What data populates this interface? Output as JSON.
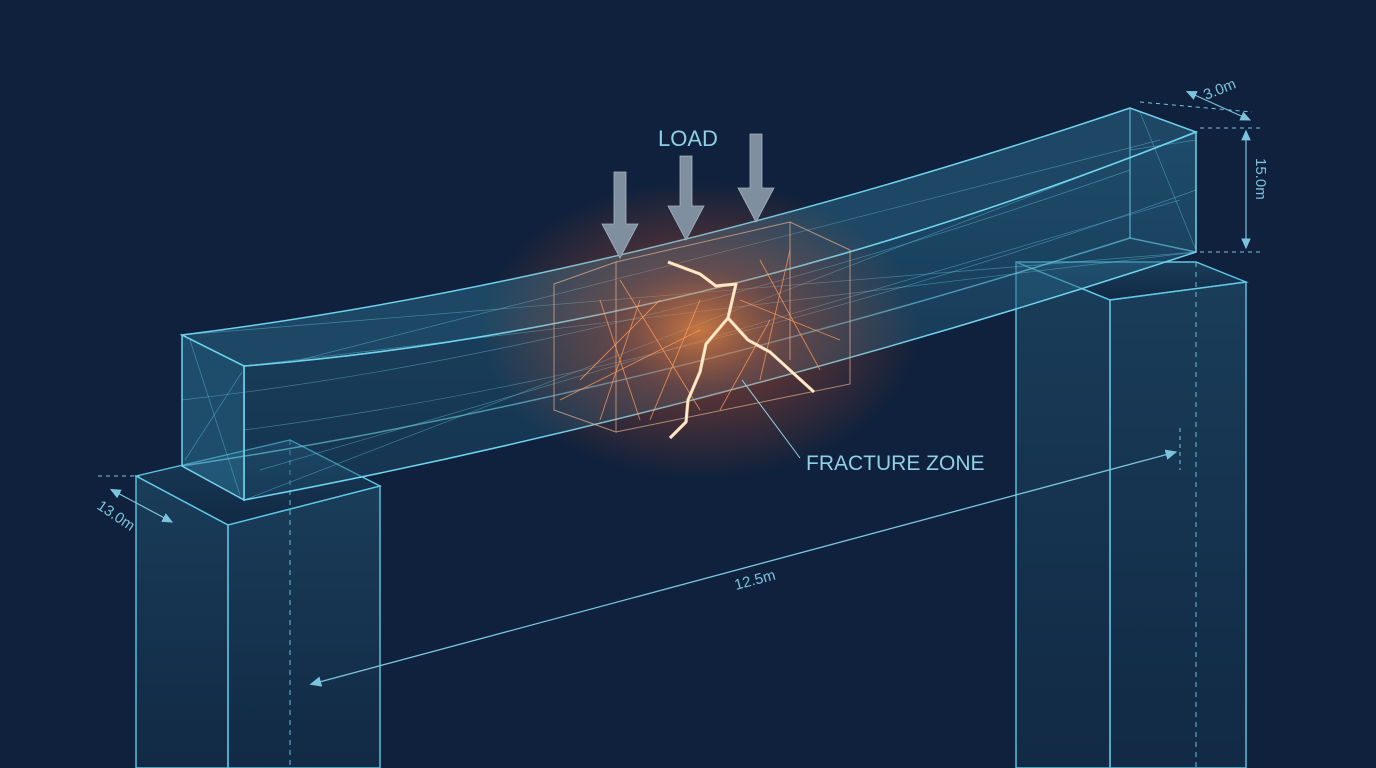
{
  "labels": {
    "load": "LOAD",
    "fracture_zone": "FRACTURE ZONE"
  },
  "dimensions": {
    "span": "12.5m",
    "beam_width": "3.0m",
    "beam_height": "15.0m",
    "column_width": "13.0m"
  },
  "colors": {
    "background": "#0f213c",
    "structure": "#5fc8e6",
    "fracture": "#ff7a2e",
    "load_arrow": "#7f8fa0"
  },
  "icons": {
    "load_arrow": "arrow-down-icon",
    "dimension_arrow": "double-arrow-icon"
  }
}
